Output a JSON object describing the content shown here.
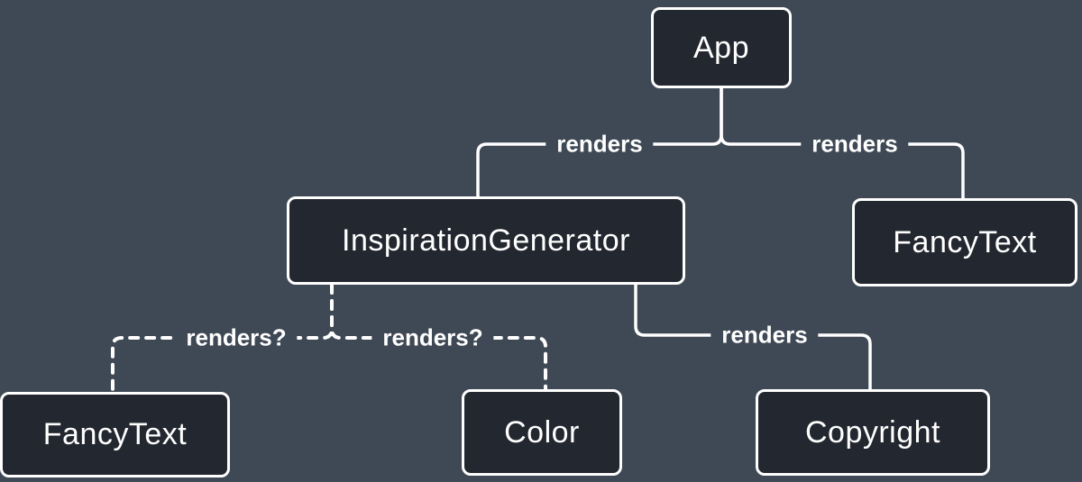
{
  "diagram": {
    "kind": "react-render-tree",
    "colors": {
      "background": "#3F4956",
      "node_fill": "#23272F",
      "node_border": "#FFFFFF",
      "edge": "#FFFFFF",
      "label_text": "#FFFFFF"
    },
    "nodes": [
      {
        "id": "app",
        "label": "App"
      },
      {
        "id": "inspiration-generator",
        "label": "InspirationGenerator"
      },
      {
        "id": "fancy-text-top",
        "label": "FancyText"
      },
      {
        "id": "fancy-text-bottom",
        "label": "FancyText"
      },
      {
        "id": "color",
        "label": "Color"
      },
      {
        "id": "copyright",
        "label": "Copyright"
      }
    ],
    "edges": [
      {
        "from": "app",
        "to": "inspiration-generator",
        "label": "renders",
        "style": "solid"
      },
      {
        "from": "app",
        "to": "fancy-text-top",
        "label": "renders",
        "style": "solid"
      },
      {
        "from": "inspiration-generator",
        "to": "fancy-text-bottom",
        "label": "renders?",
        "style": "dashed"
      },
      {
        "from": "inspiration-generator",
        "to": "color",
        "label": "renders?",
        "style": "dashed"
      },
      {
        "from": "inspiration-generator",
        "to": "copyright",
        "label": "renders",
        "style": "solid"
      }
    ]
  }
}
